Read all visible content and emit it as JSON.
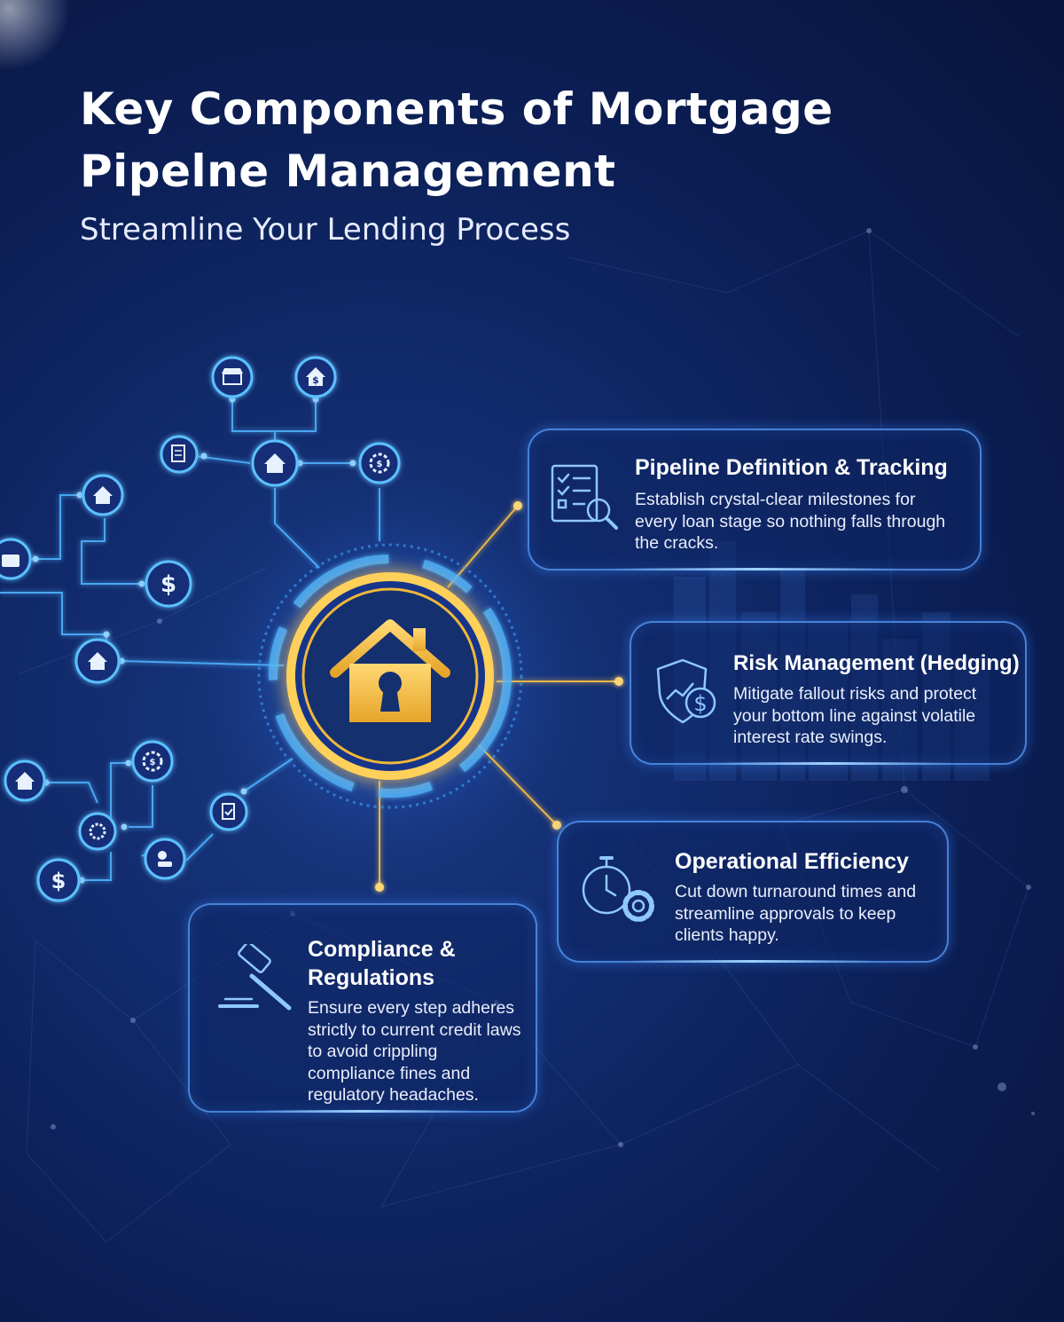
{
  "header": {
    "title_line1": "Key Components of Mortgage",
    "title_line2": "Pipelne Management",
    "subtitle": "Streamline Your Lending Process"
  },
  "cards": {
    "pipeline": {
      "title": "Pipeline Definition & Tracking",
      "body": "Establish crystal-clear milestones for every loan stage so nothing falls through the cracks.",
      "icon": "checklist-magnifier-icon"
    },
    "risk": {
      "title": "Risk Management (Hedging)",
      "body": "Mitigate fallout risks and protect your bottom line against volatile interest rate swings.",
      "icon": "shield-dollar-icon"
    },
    "efficiency": {
      "title": "Operational Efficiency",
      "body": "Cut down turnaround times and streamline approvals to keep clients happy.",
      "icon": "stopwatch-gear-icon"
    },
    "compliance": {
      "title_line1": "Compliance &",
      "title_line2": "Regulations",
      "body": "Ensure every step adheres strictly to current credit laws to avoid crippling compliance fines and regulatory headaches.",
      "icon": "gavel-icon"
    }
  },
  "hub": {
    "icon": "house-keyhole-icon"
  },
  "network_nodes": [
    "store-icon",
    "house-dollar-icon",
    "document-icon",
    "house-icon",
    "gear-dollar-icon",
    "house-icon",
    "briefcase-icon",
    "dollar-icon",
    "house-icon",
    "gear-dollar-icon",
    "house-icon",
    "team-gear-icon",
    "document-check-icon",
    "dollar-icon",
    "coin-hand-icon"
  ],
  "colors": {
    "background": "#0b1d52",
    "accent_gold": "#f0b73a",
    "accent_blue": "#4fb4ff",
    "card_border": "#5aa0ff"
  }
}
